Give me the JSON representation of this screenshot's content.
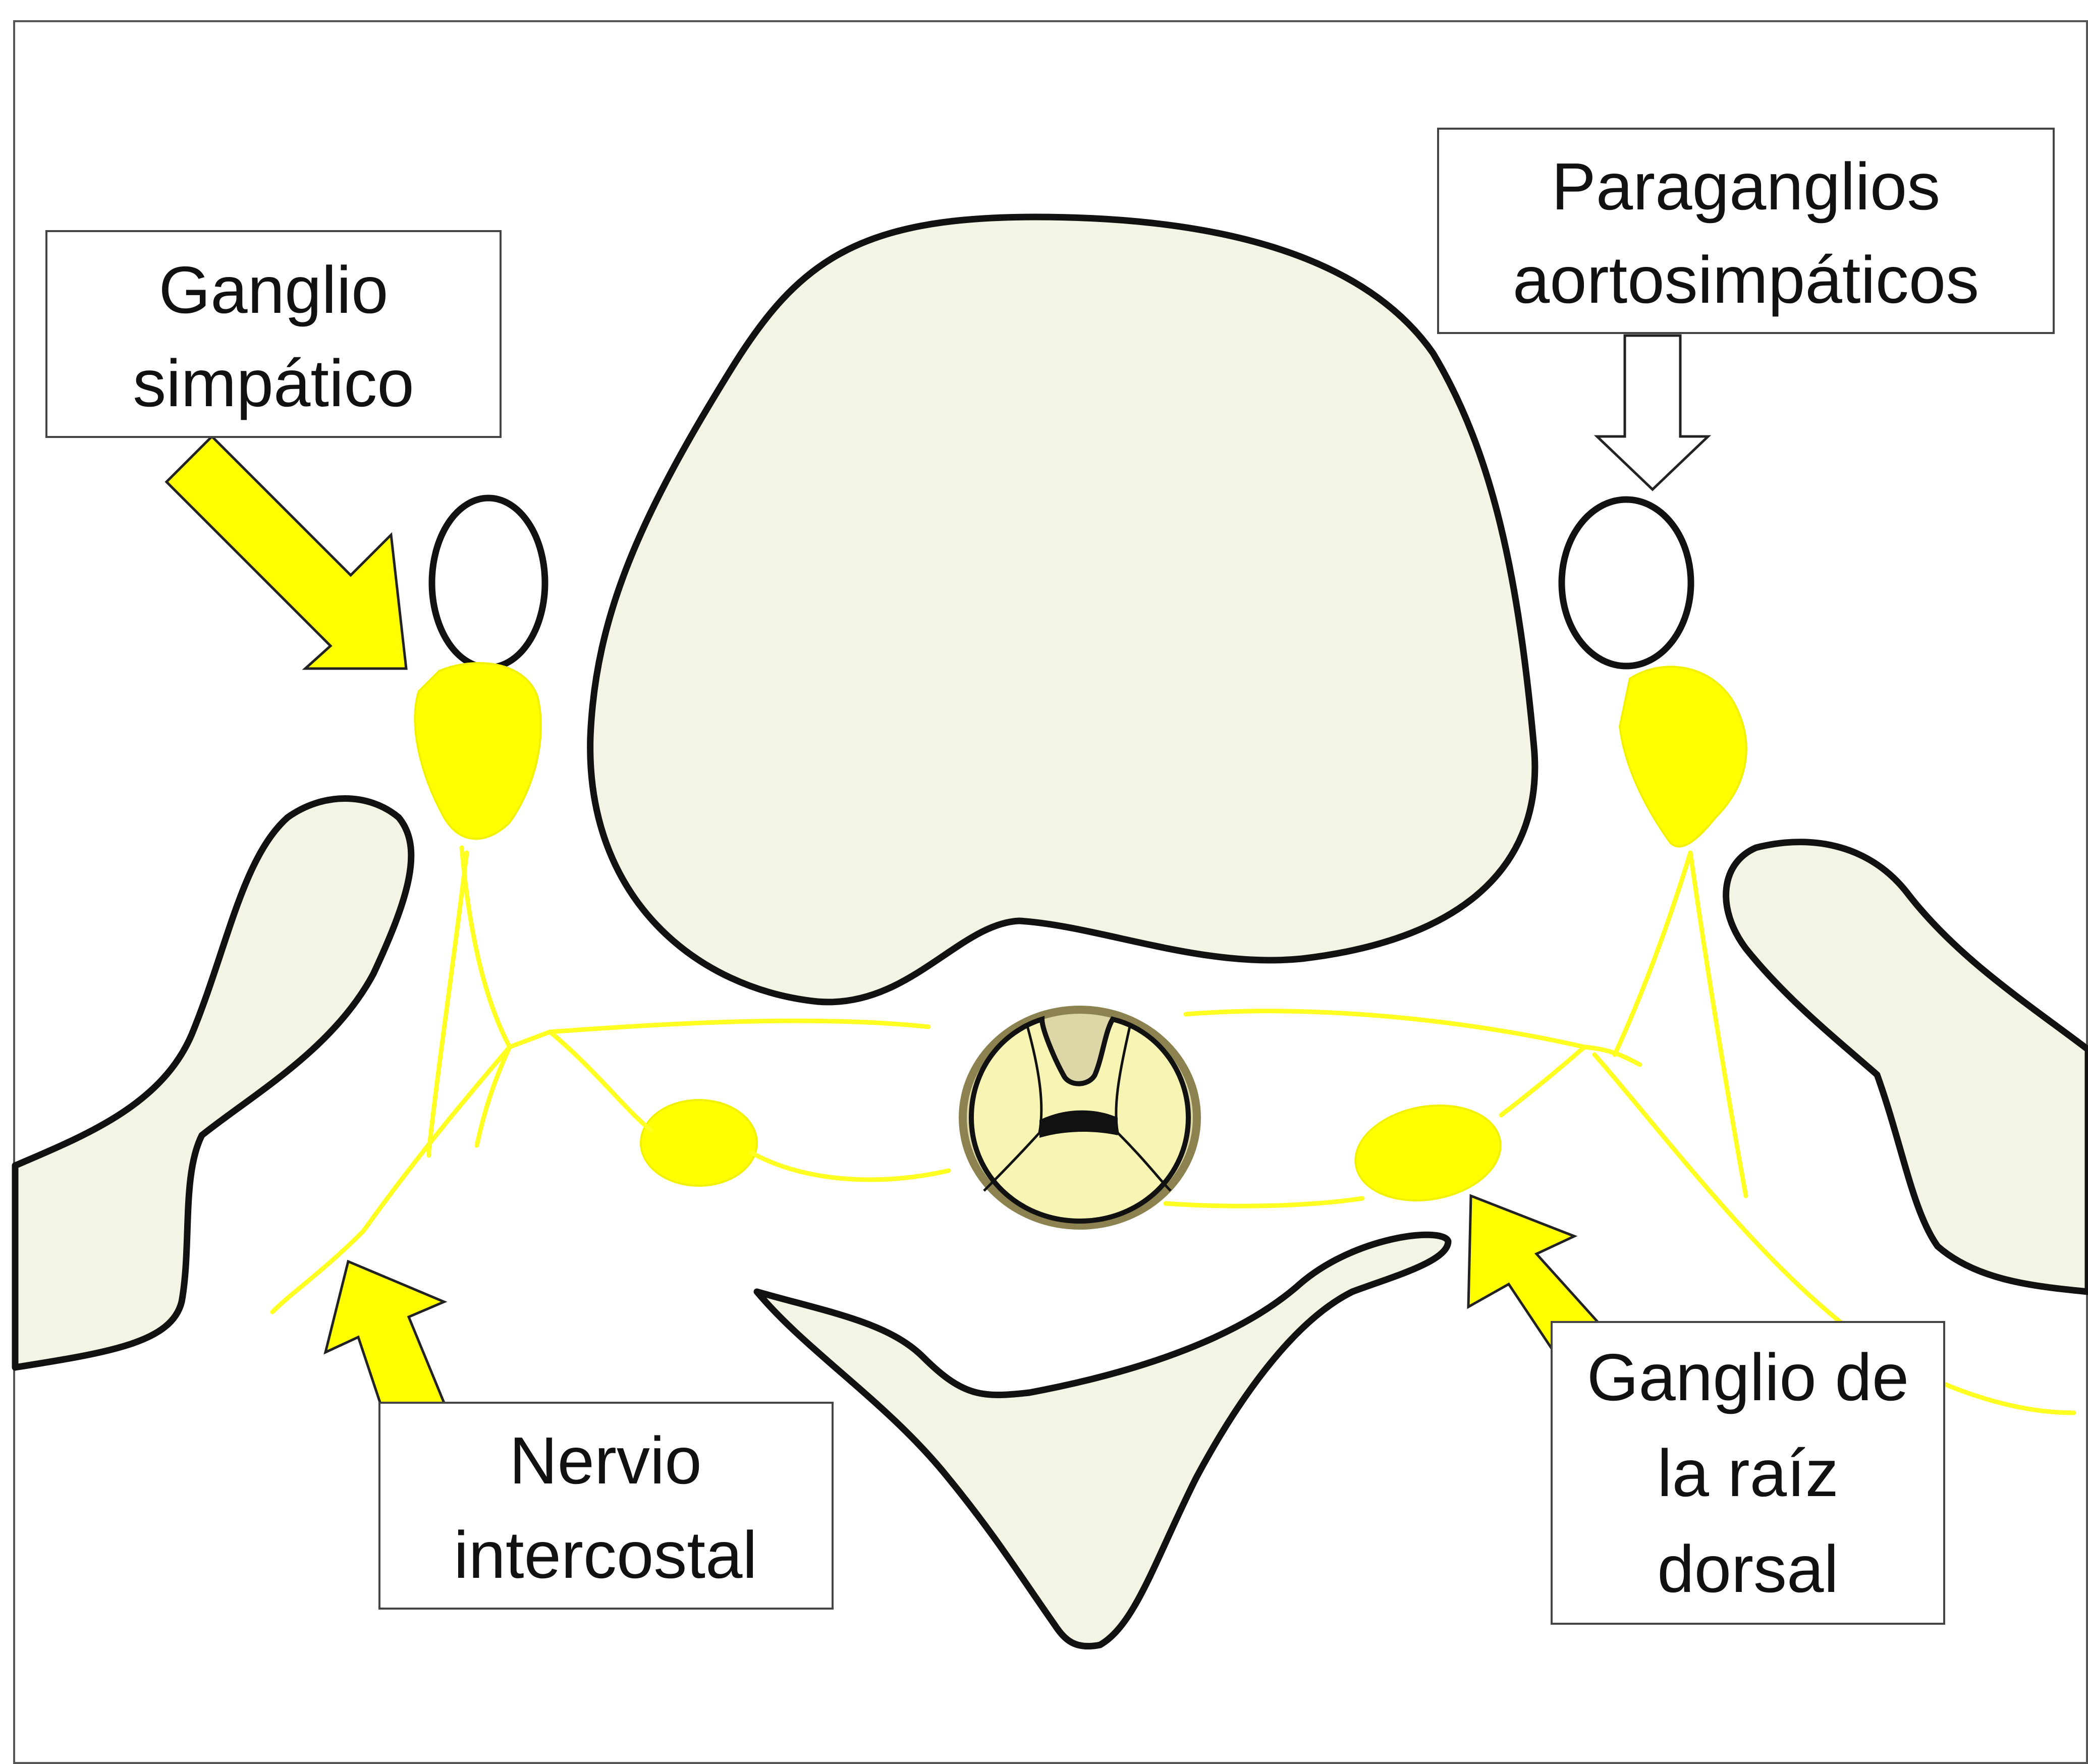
{
  "labels": {
    "sympathetic_ganglion": {
      "line1": "Ganglio",
      "line2": "simpático"
    },
    "aortosympathetic_paraganglia": {
      "line1": "Paraganglios",
      "line2": "aortosimpáticos"
    },
    "intercostal_nerve": {
      "line1": "Nervio",
      "line2": "intercostal"
    },
    "dorsal_root_ganglion": {
      "line1": "Ganglio de",
      "line2": "la raíz",
      "line3": "dorsal"
    }
  },
  "colors": {
    "nerve_yellow": "#ffff00",
    "bone_fill": "#f4f4e4",
    "outline": "#111111",
    "spinal_cord": "#f8f4b4"
  }
}
